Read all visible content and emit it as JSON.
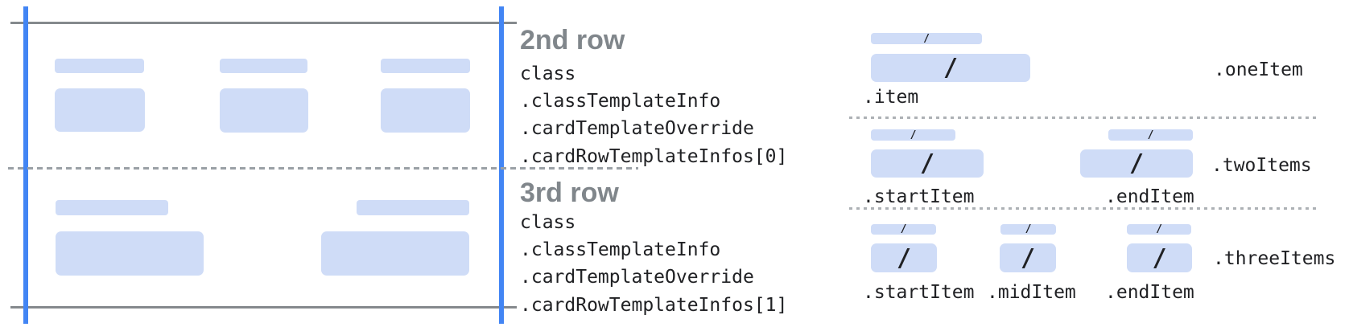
{
  "glyphs": {
    "slash": "/"
  },
  "colors": {
    "accent_blue": "#4285f4",
    "bar_blue": "#cfdcf7",
    "line_gray": "#85898d",
    "dash_gray": "#9aa0a6",
    "dash_gray_light": "#adb1b5",
    "text_dark": "#202124",
    "heading_gray": "#80868b"
  },
  "annotations": [
    {
      "title": "2nd row",
      "path_lines": [
        "class",
        ".classTemplateInfo",
        ".cardTemplateOverride",
        ".cardRowTemplateInfos[0]"
      ]
    },
    {
      "title": "3rd row",
      "path_lines": [
        "class",
        ".classTemplateInfo",
        ".cardTemplateOverride",
        ".cardRowTemplateInfos[1]"
      ]
    }
  ],
  "item_layouts": [
    {
      "layout_label": ".oneItem",
      "item_labels": [
        ".item"
      ]
    },
    {
      "layout_label": ".twoItems",
      "item_labels": [
        ".startItem",
        ".endItem"
      ]
    },
    {
      "layout_label": ".threeItems",
      "item_labels": [
        ".startItem",
        ".midItem",
        ".endItem"
      ]
    }
  ]
}
